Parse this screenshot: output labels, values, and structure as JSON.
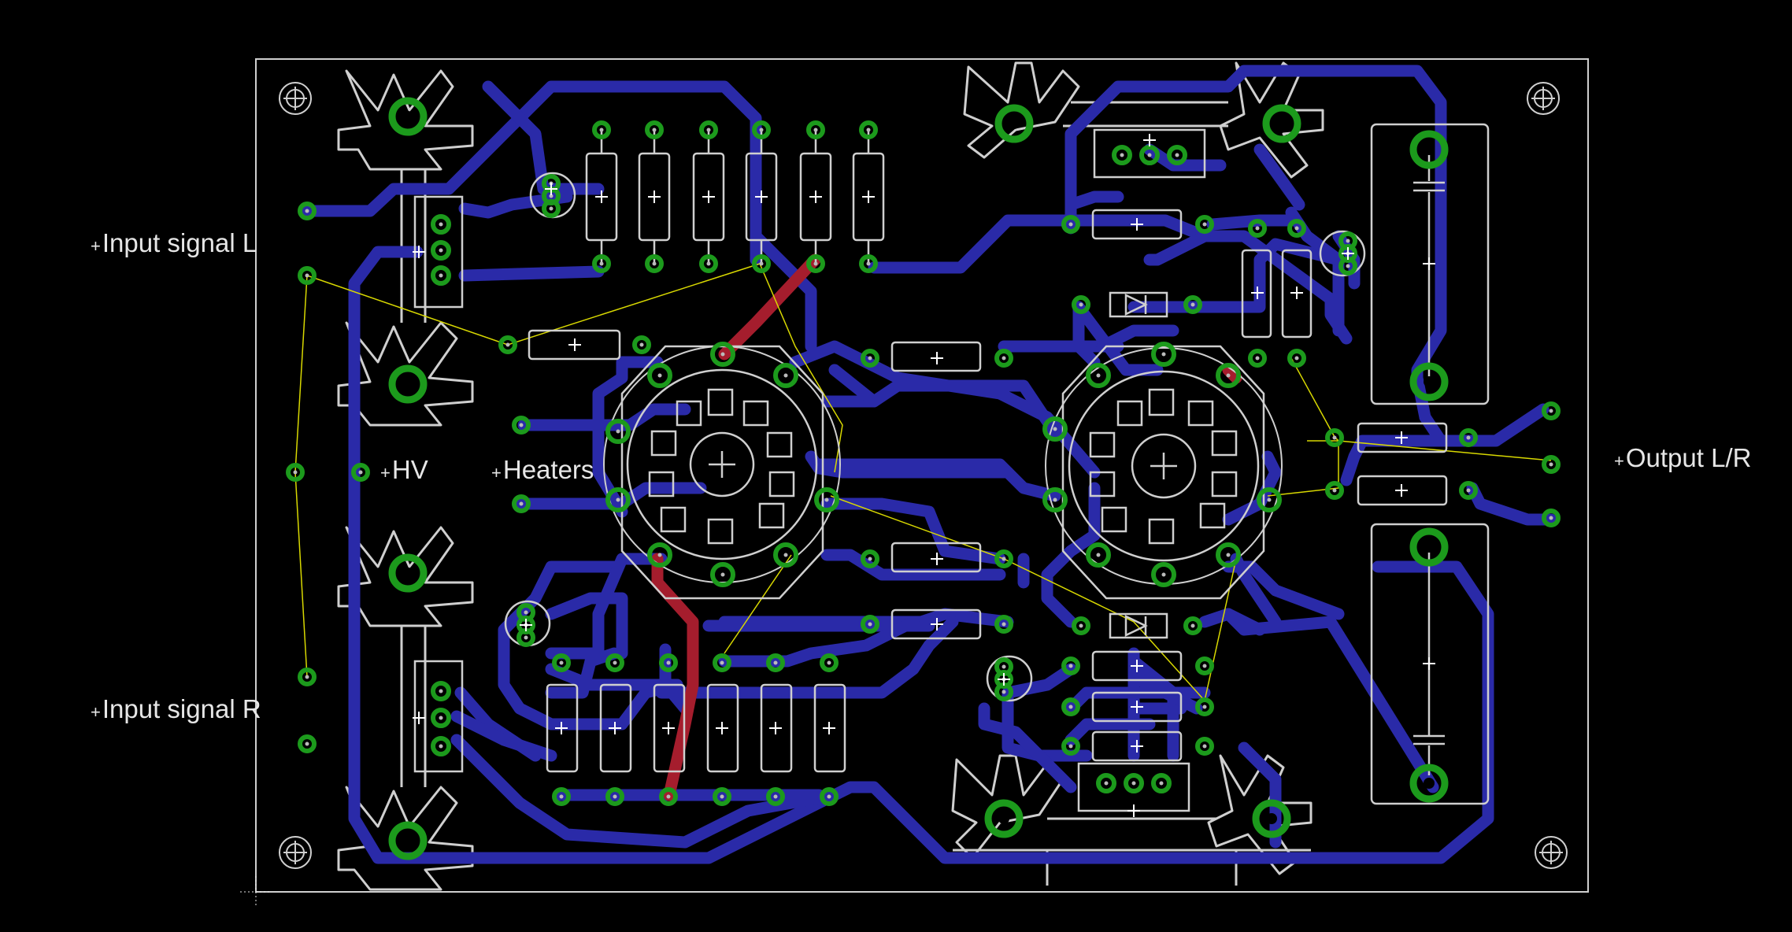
{
  "labels": {
    "input_left": "Input signal L",
    "input_right": "Input signal R",
    "hv": "HV",
    "heaters": "Heaters",
    "output": "Output L/R"
  },
  "colors": {
    "background": "#000000",
    "outline": "#cfcfcf",
    "bottom_trace": "#2a2aa8",
    "top_trace": "#a51d2d",
    "pad": "#1c9a1c",
    "drill": "#000000",
    "airwire": "#d8d800",
    "origin_mark": "#e6e6e6"
  },
  "icons": {
    "mount_hole": "mounting-hole-icon",
    "tube_socket": "noval-tube-socket-icon",
    "heatsink": "star-heatsink-icon",
    "resistor": "resistor-icon",
    "capacitor": "electrolytic-capacitor-icon",
    "diode": "diode-icon",
    "transistor": "to92-transistor-icon",
    "regulator": "to220-regulator-icon"
  }
}
